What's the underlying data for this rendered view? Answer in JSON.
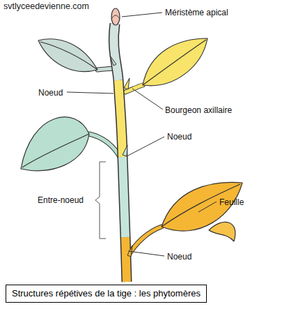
{
  "diagram": {
    "caption": "Structures répétives de la tige : les phytomères",
    "labels": [
      "svtlyceedevienne.com",
      "Méristème apical",
      "Noeud",
      "Bourgeon axillaire",
      "Noeud",
      "Feuille",
      "Entre-noeud",
      "Noeud"
    ]
  }
}
